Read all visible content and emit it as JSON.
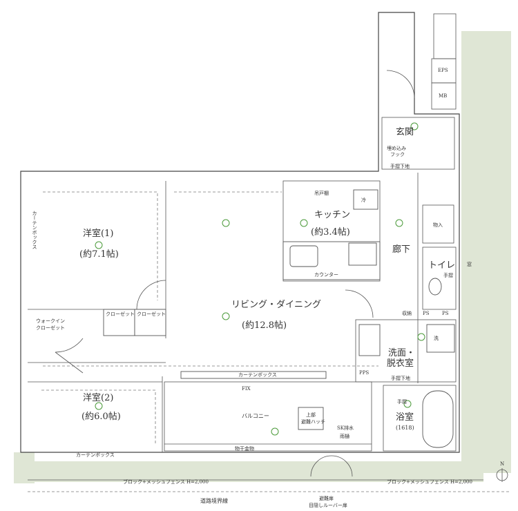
{
  "rooms": {
    "western1_name": "洋室(1)",
    "western1_size": "(約7.1帖)",
    "western2_name": "洋室(2)",
    "western2_size": "(約6.0帖)",
    "living_name": "リビング・ダイニング",
    "living_size": "(約12.8帖)",
    "kitchen_name": "キッチン",
    "kitchen_size": "(約3.4帖)",
    "entrance": "玄関",
    "hall": "廊下",
    "toilet": "トイレ",
    "wash": "洗面・",
    "dressing": "脱衣室",
    "bath": "浴室",
    "bath_size": "(1618)",
    "balcony": "バルコニー"
  },
  "labels": {
    "eps": "EPS",
    "mb": "MB",
    "storage": "物入",
    "closet1": "クローゼット",
    "closet2": "クローゼット",
    "walkin1": "ウォークイン",
    "walkin2": "クローゼット",
    "counter": "カウンター",
    "curtain1": "カーテンボックス",
    "curtain2": "カーテンボックス",
    "curtain3": "カーテンボックス",
    "fix": "FIX",
    "clothes": "物干金物",
    "hatch1": "上部",
    "hatch2": "避難ハッチ",
    "sk1": "SK排水",
    "sk2": "雨樋",
    "pps": "PPS",
    "ps1": "PS",
    "ps2": "PS",
    "storage2": "収納",
    "washer": "洗",
    "handrail_entry": "手摺下地",
    "handrail_wash": "手摺下地",
    "handrail_toilet": "手摺",
    "handrail_bath": "手摺",
    "hook": "埋め込み",
    "hook2": "フック",
    "fence_left": "ブロック+メッシュフェンス H=2,000",
    "fence_right": "ブロック+メッシュフェンス H=2,000",
    "road": "道路境界線",
    "gate1": "避難扉",
    "gate2": "目隠しルーバー扉",
    "range_hood": "吊戸棚",
    "fridge": "冷",
    "window_label": "窓",
    "north": "N"
  }
}
